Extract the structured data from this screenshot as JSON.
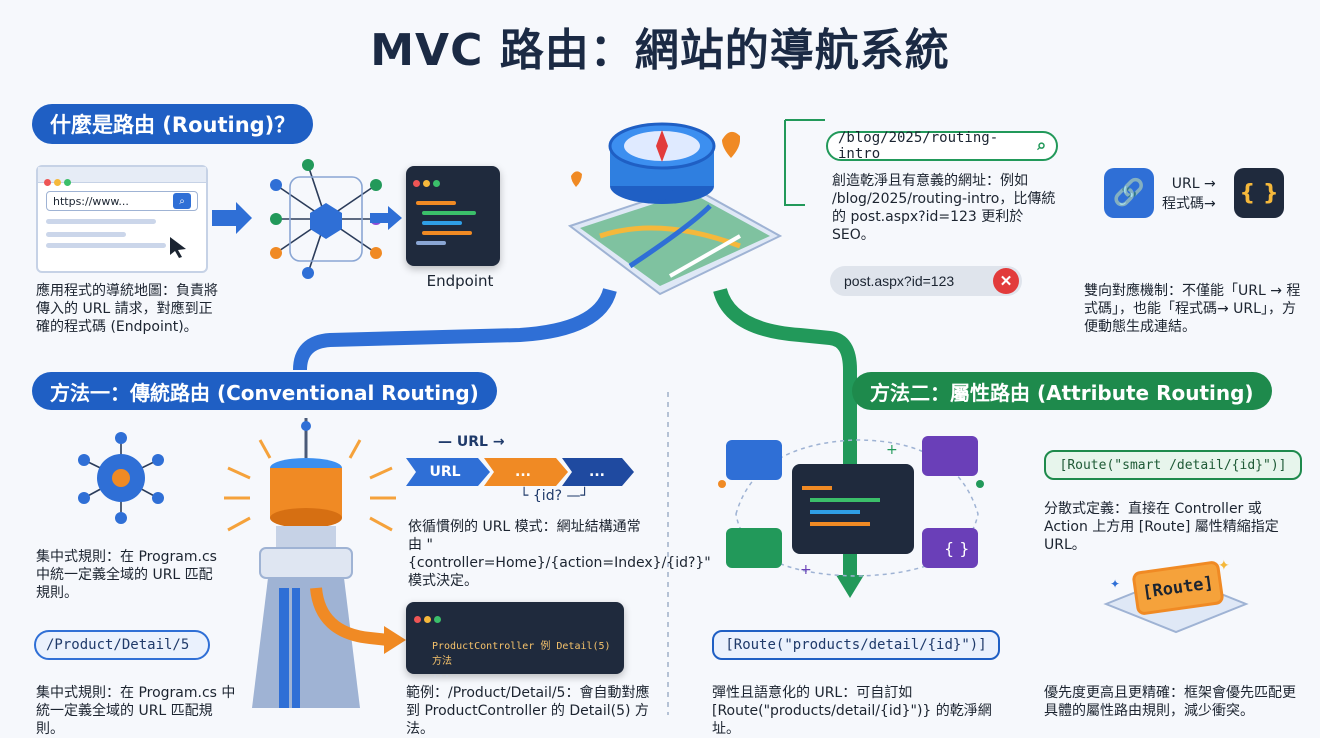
{
  "title": "MVC 路由：網站的導航系統",
  "section1": {
    "heading": "什麼是路由 (Routing)？",
    "browser_url": "https://www...",
    "endpoint_label": "Endpoint",
    "desc": "應用程式的導統地圖：負責將傳入的 URL 請求，對應到正確的程式碼 (Endpoint)。"
  },
  "top_right": {
    "good_url": "/blog/2025/routing-intro",
    "good_desc": "創造乾淨且有意義的網址：例如 /blog/2025/routing-intro，比傳統的 post.aspx?id=123 更利於 SEO。",
    "bad_url": "post.aspx?id=123",
    "bidirectional_label_1": "URL →",
    "bidirectional_label_2": "程式碼→",
    "bidirectional_desc": "雙向對應機制：不僅能「URL → 程式碼」，也能「程式碼→ URL」，方便動態生成連結。"
  },
  "method1": {
    "heading": "方法一：傳統路由 (Conventional Routing)",
    "central_desc": "集中式規則：在 Program.cs 中統一定義全域的 URL 匹配規則。",
    "pattern_top_label": "URL",
    "pattern_seg1": "URL",
    "pattern_seg2": "...",
    "pattern_seg3": "...",
    "pattern_bottom_label": "{id?",
    "pattern_desc": "依循慣例的 URL 模式：網址結構通常由 \"{controller=Home}/{action=Index}/{id?}\" 模式決定。",
    "example_url": "/Product/Detail/5",
    "example_code_1": "ProductController 例 Detail(5) 方法",
    "example_code_2": "...",
    "bottom_left_desc": "集中式規則：在 Program.cs 中統一定義全域的 URL 匹配規則。",
    "example_desc": "範例：/Product/Detail/5：會自動對應到 ProductController 的 Detail(5) 方法。"
  },
  "method2": {
    "heading": "方法二：屬性路由 (Attribute Routing)",
    "route_attr_top": "[Route(\"smart /detail/{id}\")]",
    "distributed_desc": "分散式定義：直接在 Controller 或 Action 上方用 [Route] 屬性精縮指定 URL。",
    "route_badge": "[Route]",
    "route_attr_bottom": "[Route(\"products/detail/{id}\")]",
    "flexible_desc": "彈性且語意化的 URL：可自訂如 [Route(\"products/detail/{id}\")} 的乾淨網址。",
    "priority_desc": "優先度更高且更精確：框架會優先匹配更具體的屬性路由規則，減少衝突。"
  },
  "colors": {
    "blue": "#1f5fc4",
    "green": "#1e8a4c",
    "orange": "#f08a24",
    "red": "#e23b3b",
    "navy": "#1f2a3d"
  }
}
